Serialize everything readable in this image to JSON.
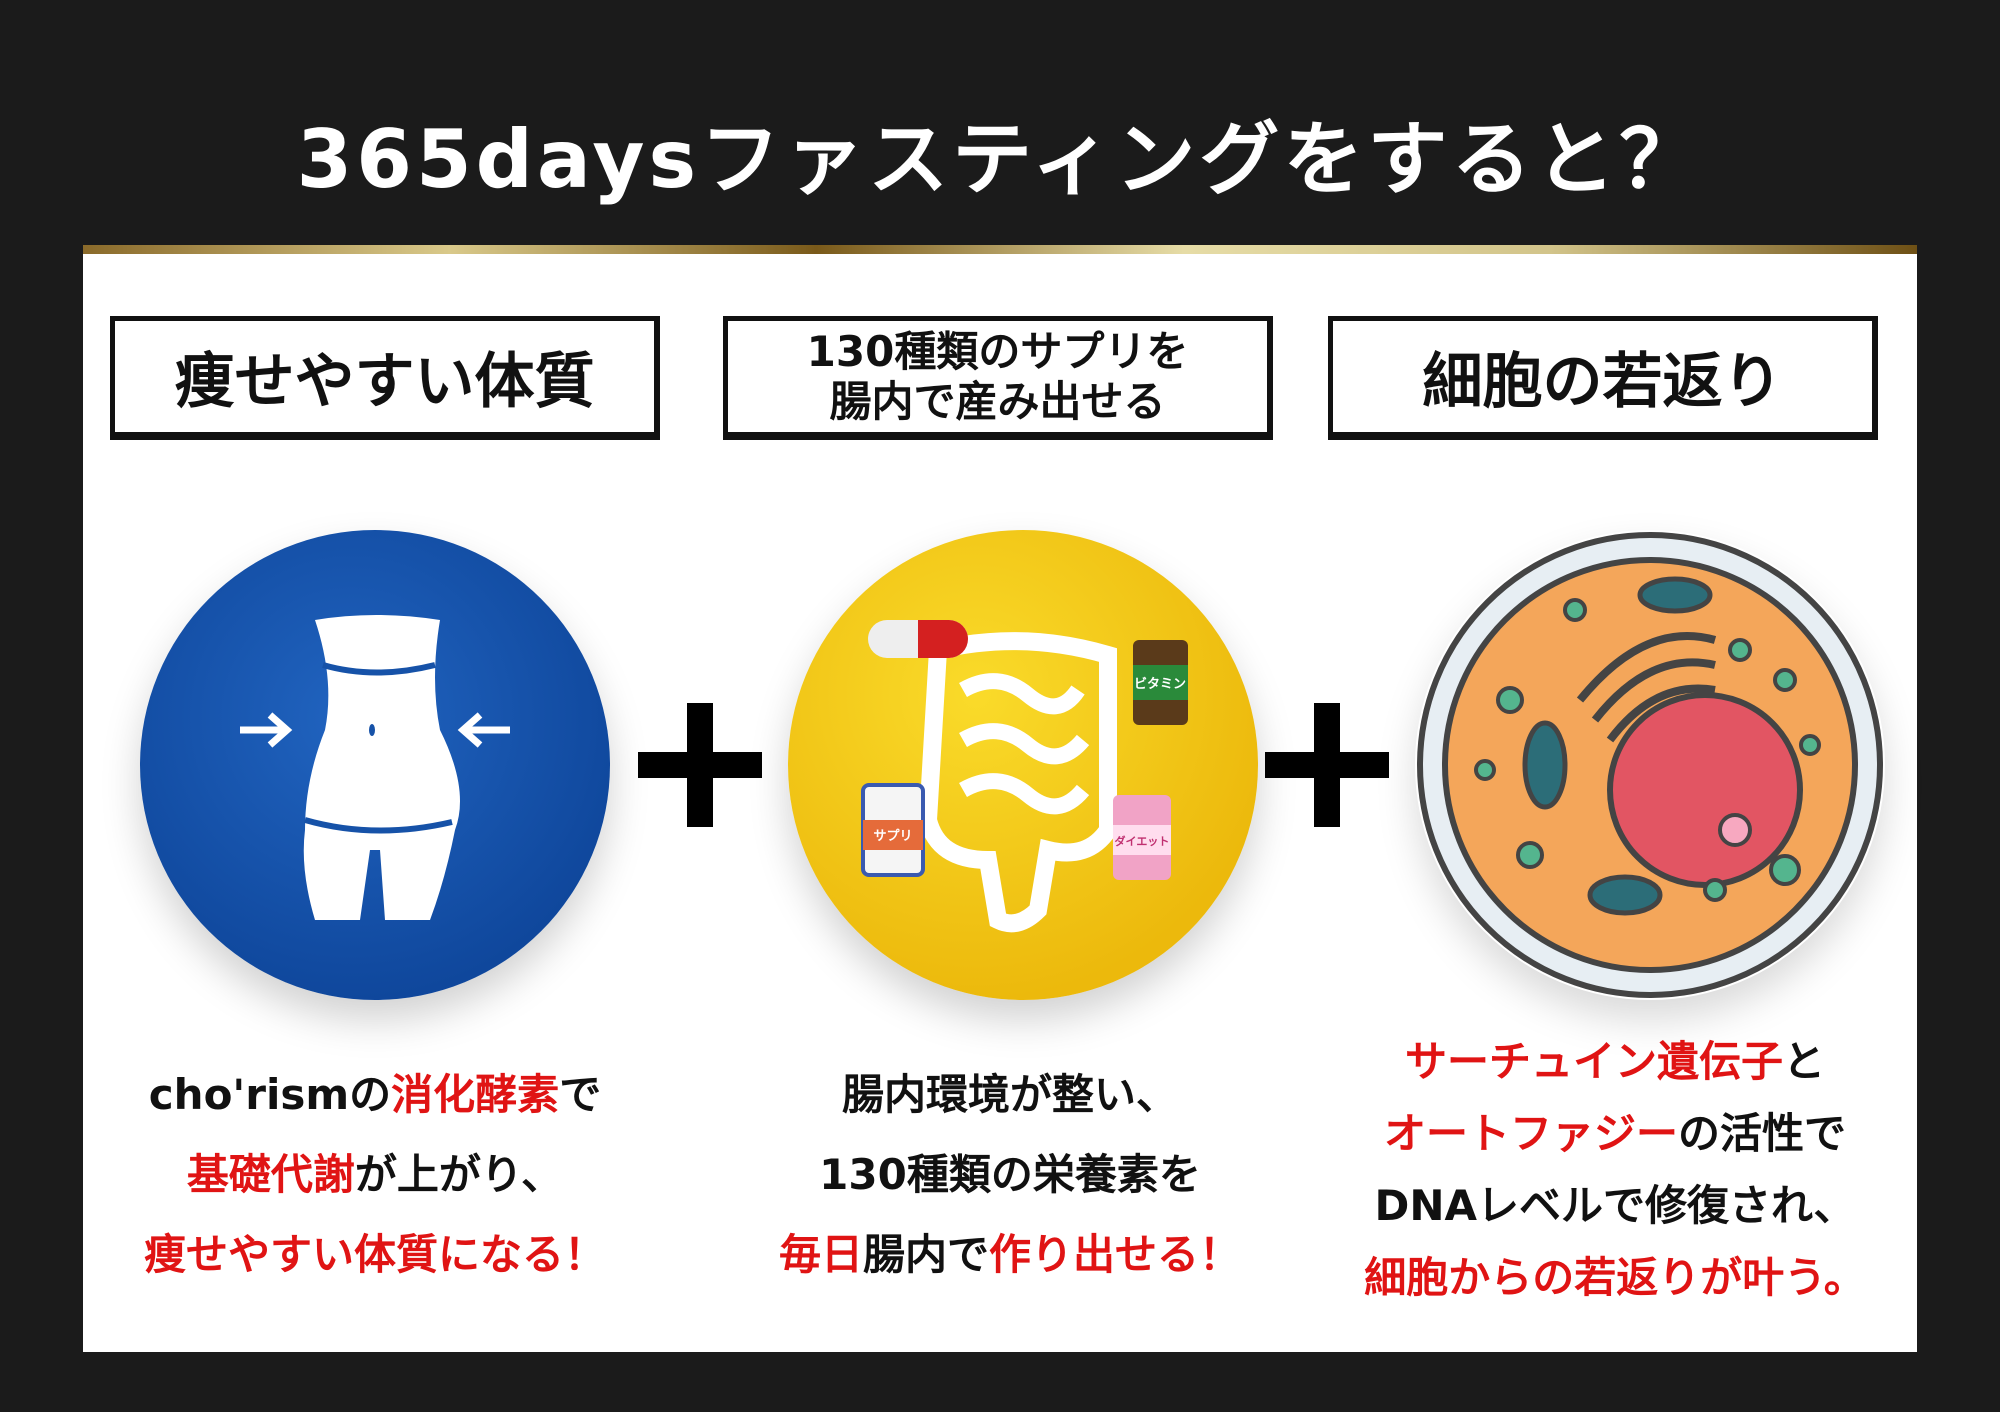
{
  "title": "365daysファスティングをすると？",
  "colors": {
    "accent_red": "#e01414",
    "blue": "#1652a8",
    "yellow": "#f3c81a"
  },
  "columns": [
    {
      "heading": "痩せやすい体質",
      "icon": "slim-waist-icon",
      "lines": [
        [
          {
            "t": "cho'rismの",
            "red": false
          },
          {
            "t": "消化酵素",
            "red": true
          },
          {
            "t": "で",
            "red": false
          }
        ],
        [
          {
            "t": "基礎代謝",
            "red": true
          },
          {
            "t": "が上がり、",
            "red": false
          }
        ],
        [
          {
            "t": "痩せやすい体質になる！",
            "red": true
          }
        ]
      ]
    },
    {
      "heading_lines": [
        "130種類のサプリを",
        "腸内で産み出せる"
      ],
      "icon": "intestine-supplements-icon",
      "labels": {
        "vitamin": "ビタミン",
        "supple": "サプリ",
        "diet": "ダイエット"
      },
      "lines": [
        [
          {
            "t": "腸内環境が整い、",
            "red": false
          }
        ],
        [
          {
            "t": "130種類の栄養素を",
            "red": false
          }
        ],
        [
          {
            "t": "毎日",
            "red": true
          },
          {
            "t": "腸内で",
            "red": false
          },
          {
            "t": "作り出せる！",
            "red": true
          }
        ]
      ]
    },
    {
      "heading": "細胞の若返り",
      "icon": "cell-icon",
      "lines": [
        [
          {
            "t": "サーチュイン遺伝子",
            "red": true
          },
          {
            "t": "と",
            "red": false
          }
        ],
        [
          {
            "t": "オートファジー",
            "red": true
          },
          {
            "t": "の活性で",
            "red": false
          }
        ],
        [
          {
            "t": "DNAレベルで修復され、",
            "red": false
          }
        ],
        [
          {
            "t": "細胞からの若返りが叶う。",
            "red": true
          }
        ]
      ]
    }
  ]
}
